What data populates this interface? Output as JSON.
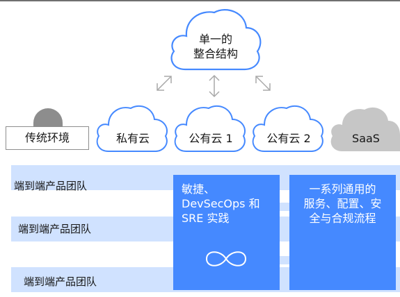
{
  "diagram": {
    "top_cloud": {
      "line1": "单一的",
      "line2": "整合结构"
    },
    "legacy": {
      "label": "传统环境"
    },
    "clouds": [
      {
        "label": "私有云"
      },
      {
        "label": "公有云 1"
      },
      {
        "label": "公有云 2"
      },
      {
        "label": "SaaS"
      }
    ],
    "teams": [
      {
        "label": "端到端产品团队"
      },
      {
        "label": "端到端产品团队"
      },
      {
        "label": "端到端产品团队"
      }
    ],
    "panel_left": {
      "line1": "敏捷、",
      "line2": "DevSecOps 和",
      "line3": "SRE 实践",
      "icon": "infinity-icon"
    },
    "panel_right": {
      "line1": "一系列通用的",
      "line2": "服务、配置、安",
      "line3": "全与合规流程"
    }
  },
  "colors": {
    "cloud_outline": "#4589ff",
    "panel_fill": "#4589ff",
    "band_fill": "#d0e2ff",
    "legacy_gray": "#8d8d8d",
    "saas_gray": "#c6c6c6",
    "arrow_gray": "#a8a8a8"
  }
}
